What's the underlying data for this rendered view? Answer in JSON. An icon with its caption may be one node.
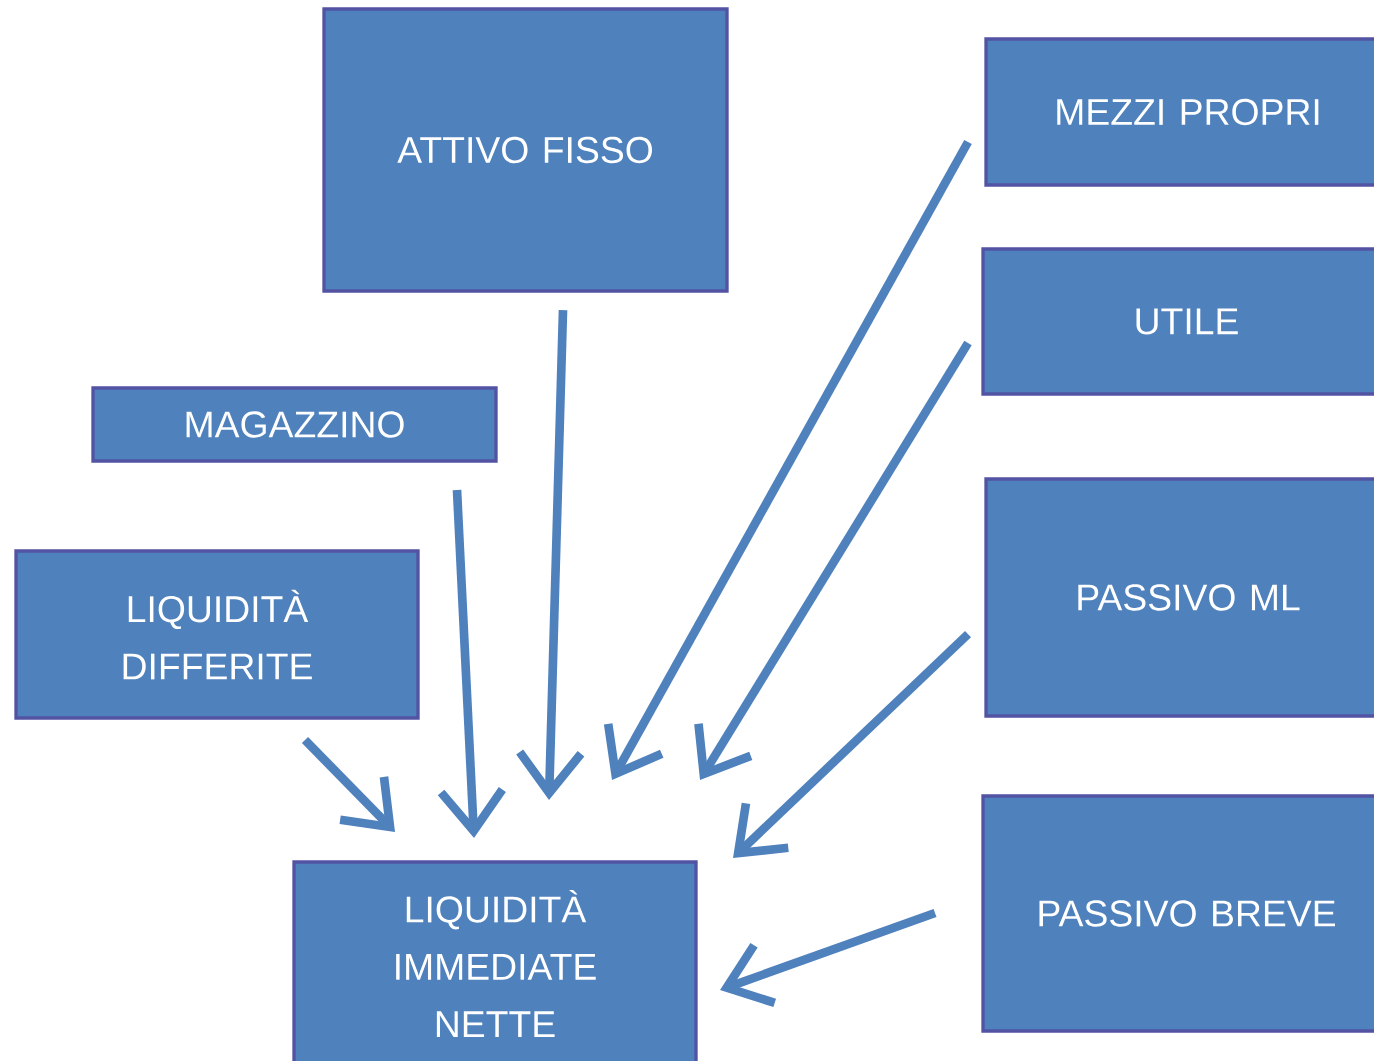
{
  "diagram": {
    "nodes": [
      {
        "text": [
          "ATTIVO FISSO"
        ]
      },
      {
        "text": [
          "MEZZI PROPRI"
        ]
      },
      {
        "text": [
          "UTILE"
        ]
      },
      {
        "text": [
          "MAGAZZINO"
        ]
      },
      {
        "text": [
          "PASSIVO ML"
        ]
      },
      {
        "text": [
          "LIQUIDITÀ DIFFERITE"
        ]
      },
      {
        "text": [
          "PASSIVO BREVE"
        ]
      },
      {
        "text": [
          "LIQUIDITÀ IMMEDIATE NETTE"
        ]
      }
    ],
    "edges": [
      {
        "from": 0,
        "to": 7,
        "arrow": "to"
      },
      {
        "from": 1,
        "to": 7,
        "arrow": "to"
      },
      {
        "from": 2,
        "to": 7,
        "arrow": "to"
      },
      {
        "from": 3,
        "to": 7,
        "arrow": "to"
      },
      {
        "from": 4,
        "to": 7,
        "arrow": "to"
      },
      {
        "from": 5,
        "to": 7,
        "arrow": "to"
      },
      {
        "from": 6,
        "to": 7,
        "arrow": "to"
      }
    ]
  }
}
